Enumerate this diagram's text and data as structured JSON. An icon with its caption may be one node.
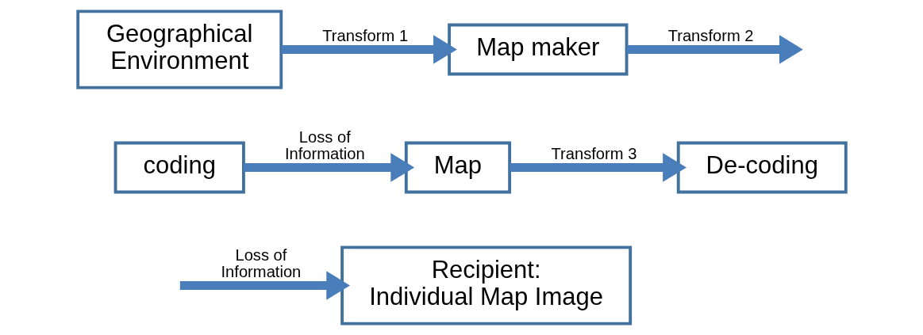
{
  "diagram": {
    "nodes": [
      {
        "text": [
          "Geographical Environment"
        ]
      },
      {
        "text": [
          "Map maker"
        ]
      },
      {
        "text": [
          "coding"
        ]
      },
      {
        "text": [
          "Map"
        ]
      },
      {
        "text": [
          "De-coding"
        ]
      },
      {
        "text": [
          "Recipient: Individual Map Image"
        ]
      }
    ],
    "edges": [
      {
        "from": 0,
        "to": 1,
        "arrow": "to",
        "label": "Transform 1"
      },
      {
        "from": 1,
        "to": null,
        "arrow": "to",
        "label": "Transform 2"
      },
      {
        "from": 2,
        "to": 3,
        "arrow": "to",
        "label": "Loss of Information"
      },
      {
        "from": 3,
        "to": 4,
        "arrow": "to",
        "label": "Transform 3"
      },
      {
        "from": null,
        "to": 5,
        "arrow": "to",
        "label": "Loss of Information"
      }
    ]
  }
}
